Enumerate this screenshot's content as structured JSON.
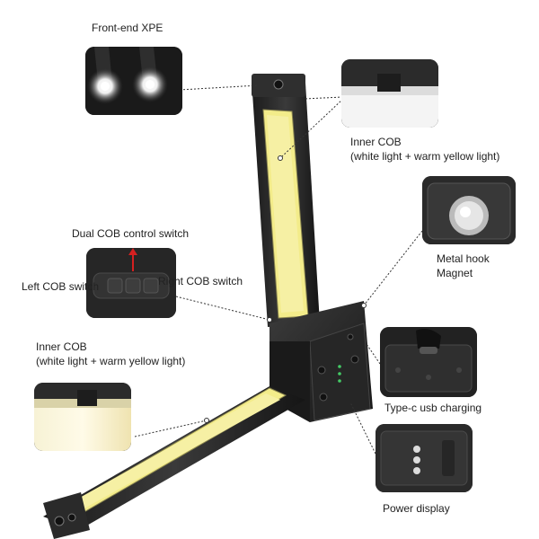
{
  "labels": {
    "front_end_xpe": "Front-end XPE",
    "inner_cob_top_1": "Inner COB",
    "inner_cob_top_2": "(white light + warm yellow light)",
    "dual_cob_switch": "Dual COB control switch",
    "left_cob_switch": "Left COB switch",
    "right_cob_switch": "Right COB switch",
    "metal_hook_1": "Metal hook",
    "metal_hook_2": "Magnet",
    "inner_cob_left_1": "Inner COB",
    "inner_cob_left_2": "(white light + warm yellow light)",
    "type_c_charging": "Type-c usb charging",
    "power_display": "Power display"
  },
  "colors": {
    "cob_strip": "#f3ec8a",
    "cob_glow": "#fbf7c8",
    "body_dark": "#2a2a2a",
    "accent_arrow": "#d42020"
  },
  "icons": {
    "switch_arrow": "arrow-up-icon",
    "usb_port": "usb-c-icon",
    "power_leds": "led-dots-icon"
  }
}
